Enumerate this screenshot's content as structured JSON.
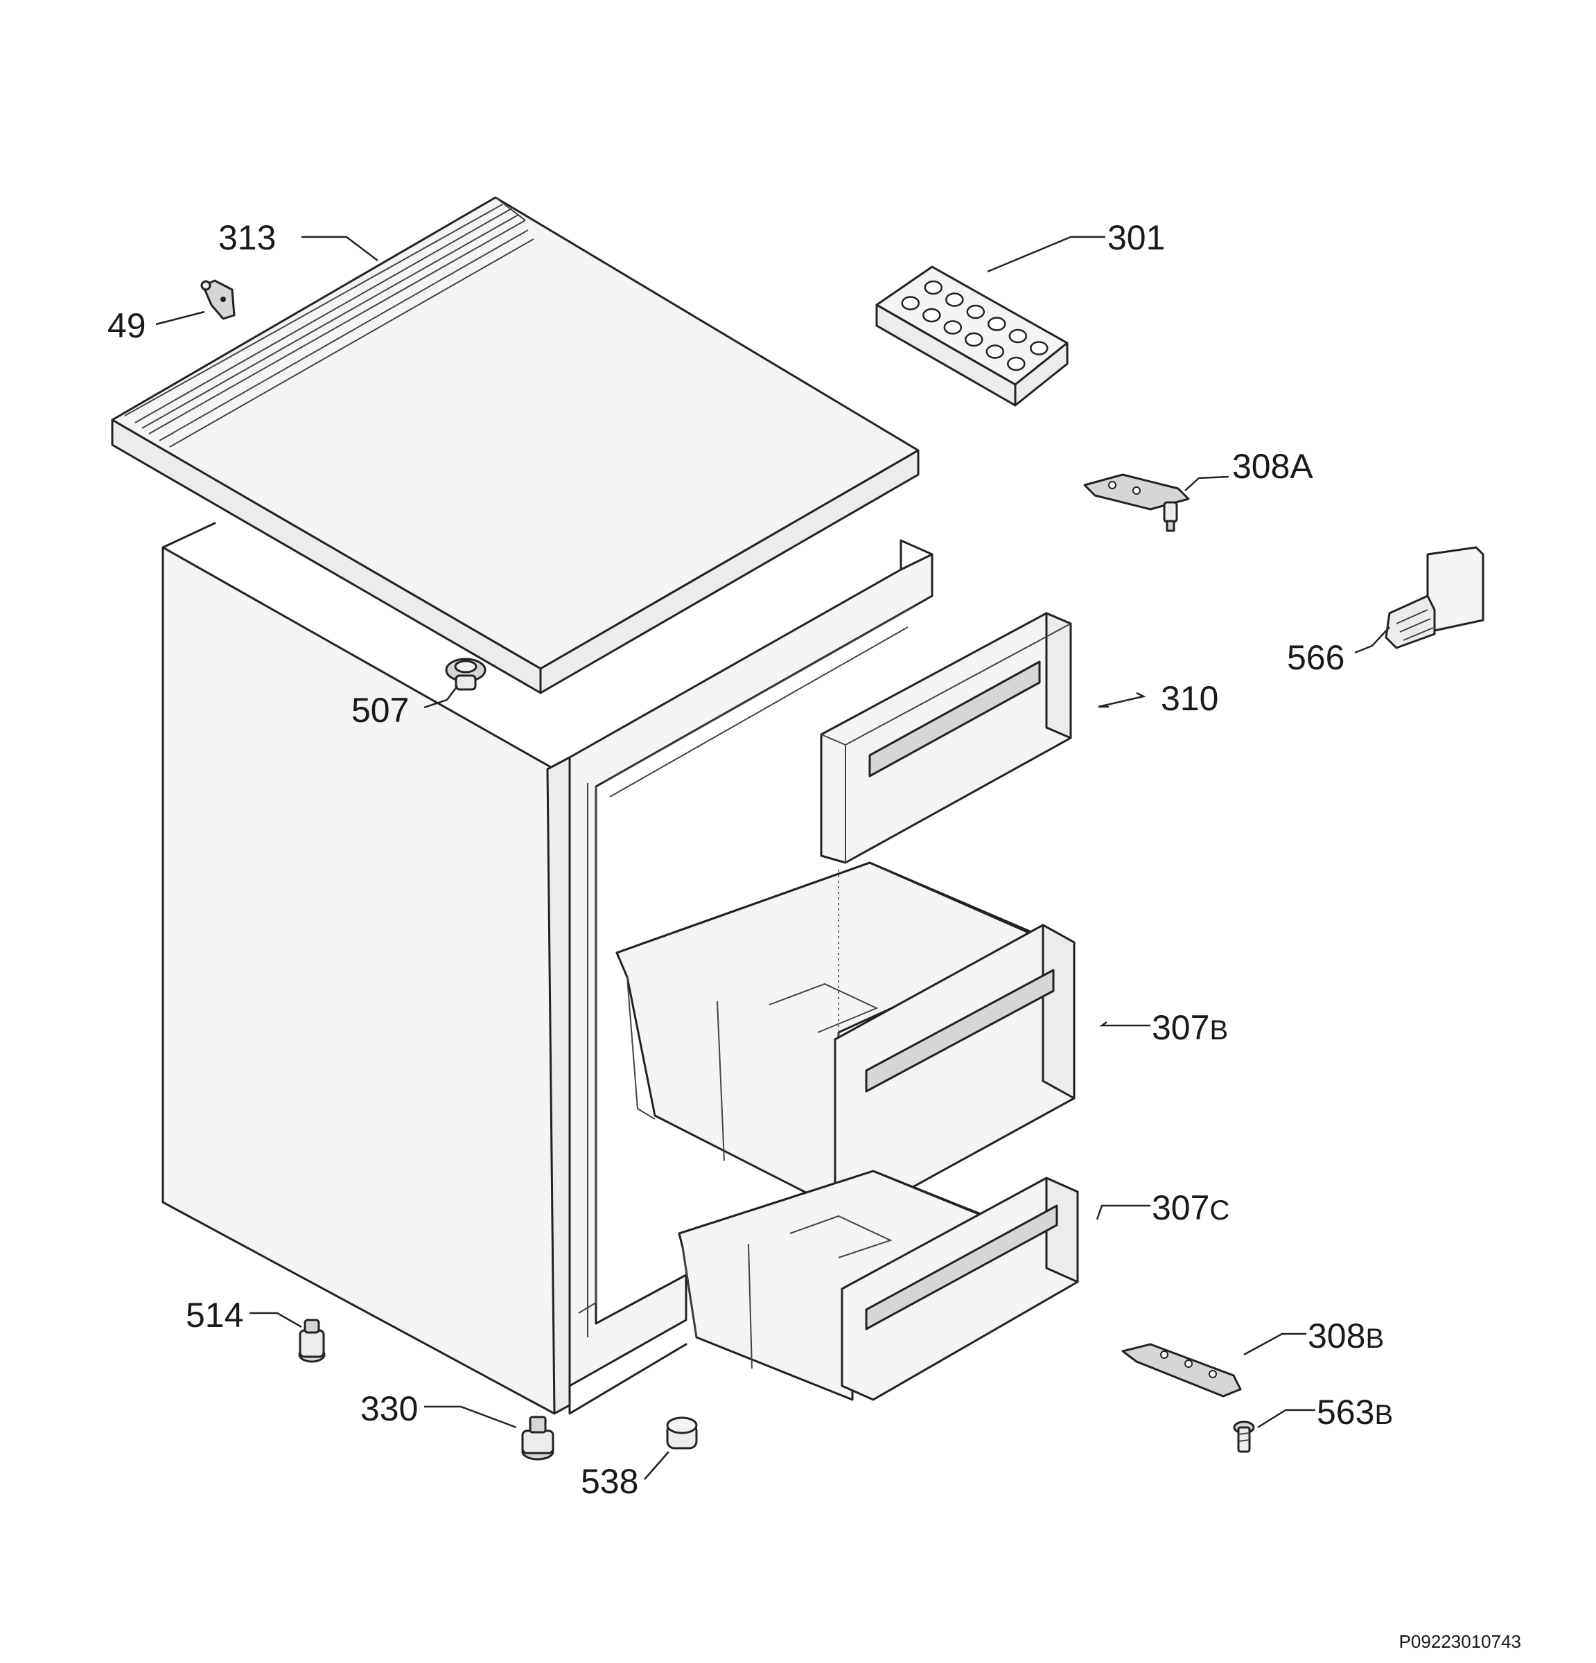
{
  "callouts": [
    {
      "id": "313",
      "number": "313",
      "suffix": ""
    },
    {
      "id": "49",
      "number": "49",
      "suffix": ""
    },
    {
      "id": "301",
      "number": "301",
      "suffix": ""
    },
    {
      "id": "308a",
      "number": "308A",
      "suffix": ""
    },
    {
      "id": "566",
      "number": "566",
      "suffix": ""
    },
    {
      "id": "310",
      "number": "310",
      "suffix": ""
    },
    {
      "id": "507",
      "number": "507",
      "suffix": ""
    },
    {
      "id": "307b",
      "number": "307",
      "suffix": "B"
    },
    {
      "id": "307c",
      "number": "307",
      "suffix": "C"
    },
    {
      "id": "514",
      "number": "514",
      "suffix": ""
    },
    {
      "id": "308b",
      "number": "308",
      "suffix": "B"
    },
    {
      "id": "330",
      "number": "330",
      "suffix": ""
    },
    {
      "id": "563b",
      "number": "563",
      "suffix": "B"
    },
    {
      "id": "538",
      "number": "538",
      "suffix": ""
    }
  ],
  "document_id": "P09223010743"
}
